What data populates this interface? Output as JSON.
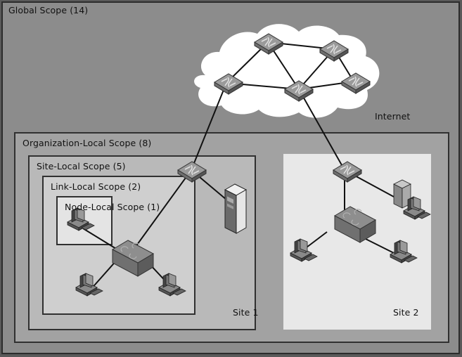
{
  "scopes": {
    "global": {
      "label": "Global Scope (14)",
      "color": "#8c8c8c"
    },
    "organization": {
      "label": "Organization-Local Scope (8)",
      "color": "#a2a2a2"
    },
    "site": {
      "label": "Site-Local Scope (5)",
      "color": "#b9b9b9"
    },
    "link": {
      "label": "Link-Local Scope (2)",
      "color": "#cfcfcf"
    },
    "node": {
      "label": "Node-Local Scope (1)",
      "color": "#e4e4e4"
    }
  },
  "regions": {
    "internet": {
      "label": "Internet",
      "color": "#ffffff"
    },
    "site1": {
      "label": "Site 1"
    },
    "site2": {
      "label": "Site 2",
      "color": "#e8e8e8"
    }
  },
  "devices": {
    "router_icon": "router-icon",
    "switch_icon": "switch-icon",
    "workstation_icon": "workstation-icon",
    "server_icon": "server-icon"
  }
}
